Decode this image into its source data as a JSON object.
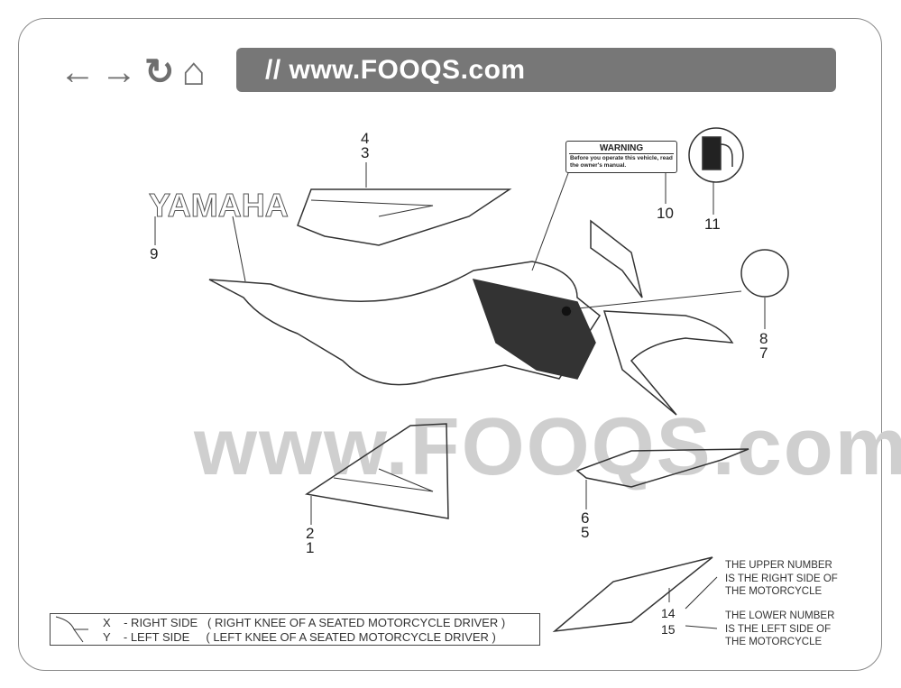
{
  "nav": {
    "back": "←",
    "forward": "→",
    "reload": "↻",
    "home": "⌂",
    "url": "// www.FOOQS.com"
  },
  "watermark": "www.FOOQS.com",
  "warning_label": {
    "title": "WARNING",
    "text": "Before you operate this vehicle, read the owner's manual."
  },
  "callouts": {
    "c4": "4",
    "c3": "3",
    "c9": "9",
    "c10": "10",
    "c11": "11",
    "c8": "8",
    "c7": "7",
    "c6": "6",
    "c5": "5",
    "c2": "2",
    "c1": "1",
    "c14": "14",
    "c15": "15"
  },
  "yamaha_logo": "YAMAHA",
  "notes": {
    "upper": [
      "THE UPPER NUMBER",
      "IS THE RIGHT SIDE OF",
      "THE MOTORCYCLE"
    ],
    "lower": [
      "THE LOWER NUMBER",
      "IS THE LEFT SIDE OF",
      "THE MOTORCYCLE"
    ]
  },
  "legend": {
    "x": "X    - RIGHT SIDE   ( RIGHT KNEE OF A SEATED MOTORCYCLE DRIVER )",
    "y": "Y    - LEFT SIDE     ( LEFT KNEE OF A SEATED MOTORCYCLE DRIVER )"
  }
}
